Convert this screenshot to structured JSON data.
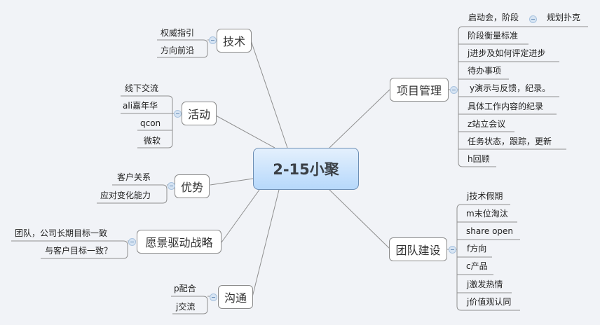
{
  "central": {
    "label": "2-15小聚"
  },
  "branches": {
    "tech": {
      "label": "技术",
      "children": [
        "权威指引",
        "方向前沿"
      ]
    },
    "activity": {
      "label": "活动",
      "children": [
        "线下交流",
        "ali嘉年华",
        "qcon",
        "微软"
      ]
    },
    "advantage": {
      "label": "优势",
      "children": [
        "客户关系",
        "应对变化能力"
      ]
    },
    "vision": {
      "label": "愿景驱动战略",
      "children": [
        "团队，公司长期目标一致",
        "与客户目标一致？"
      ]
    },
    "comm": {
      "label": "沟通",
      "children": [
        "p配合",
        "j交流"
      ]
    },
    "pm": {
      "label": "项目管理",
      "children": [
        "启动会，阶段",
        "阶段衡量标准",
        "j进步及如何评定进步",
        "待办事项",
        "y演示与反馈，纪录。",
        "具体工作内容的纪录",
        "z站立会议",
        "任务状态，跟踪，更新",
        "h回顾"
      ],
      "grandchild": "规划扑克"
    },
    "team": {
      "label": "团队建设",
      "children": [
        "j技术假期",
        "m末位淘汰",
        "share open",
        "f方向",
        "c产品",
        "j激发热情",
        "j价值观认同"
      ]
    }
  },
  "colors": {
    "background": "#f1f3f7",
    "central_top": "#e4f0fd",
    "central_bottom": "#b6d8fb",
    "line": "#8a8a8a"
  }
}
